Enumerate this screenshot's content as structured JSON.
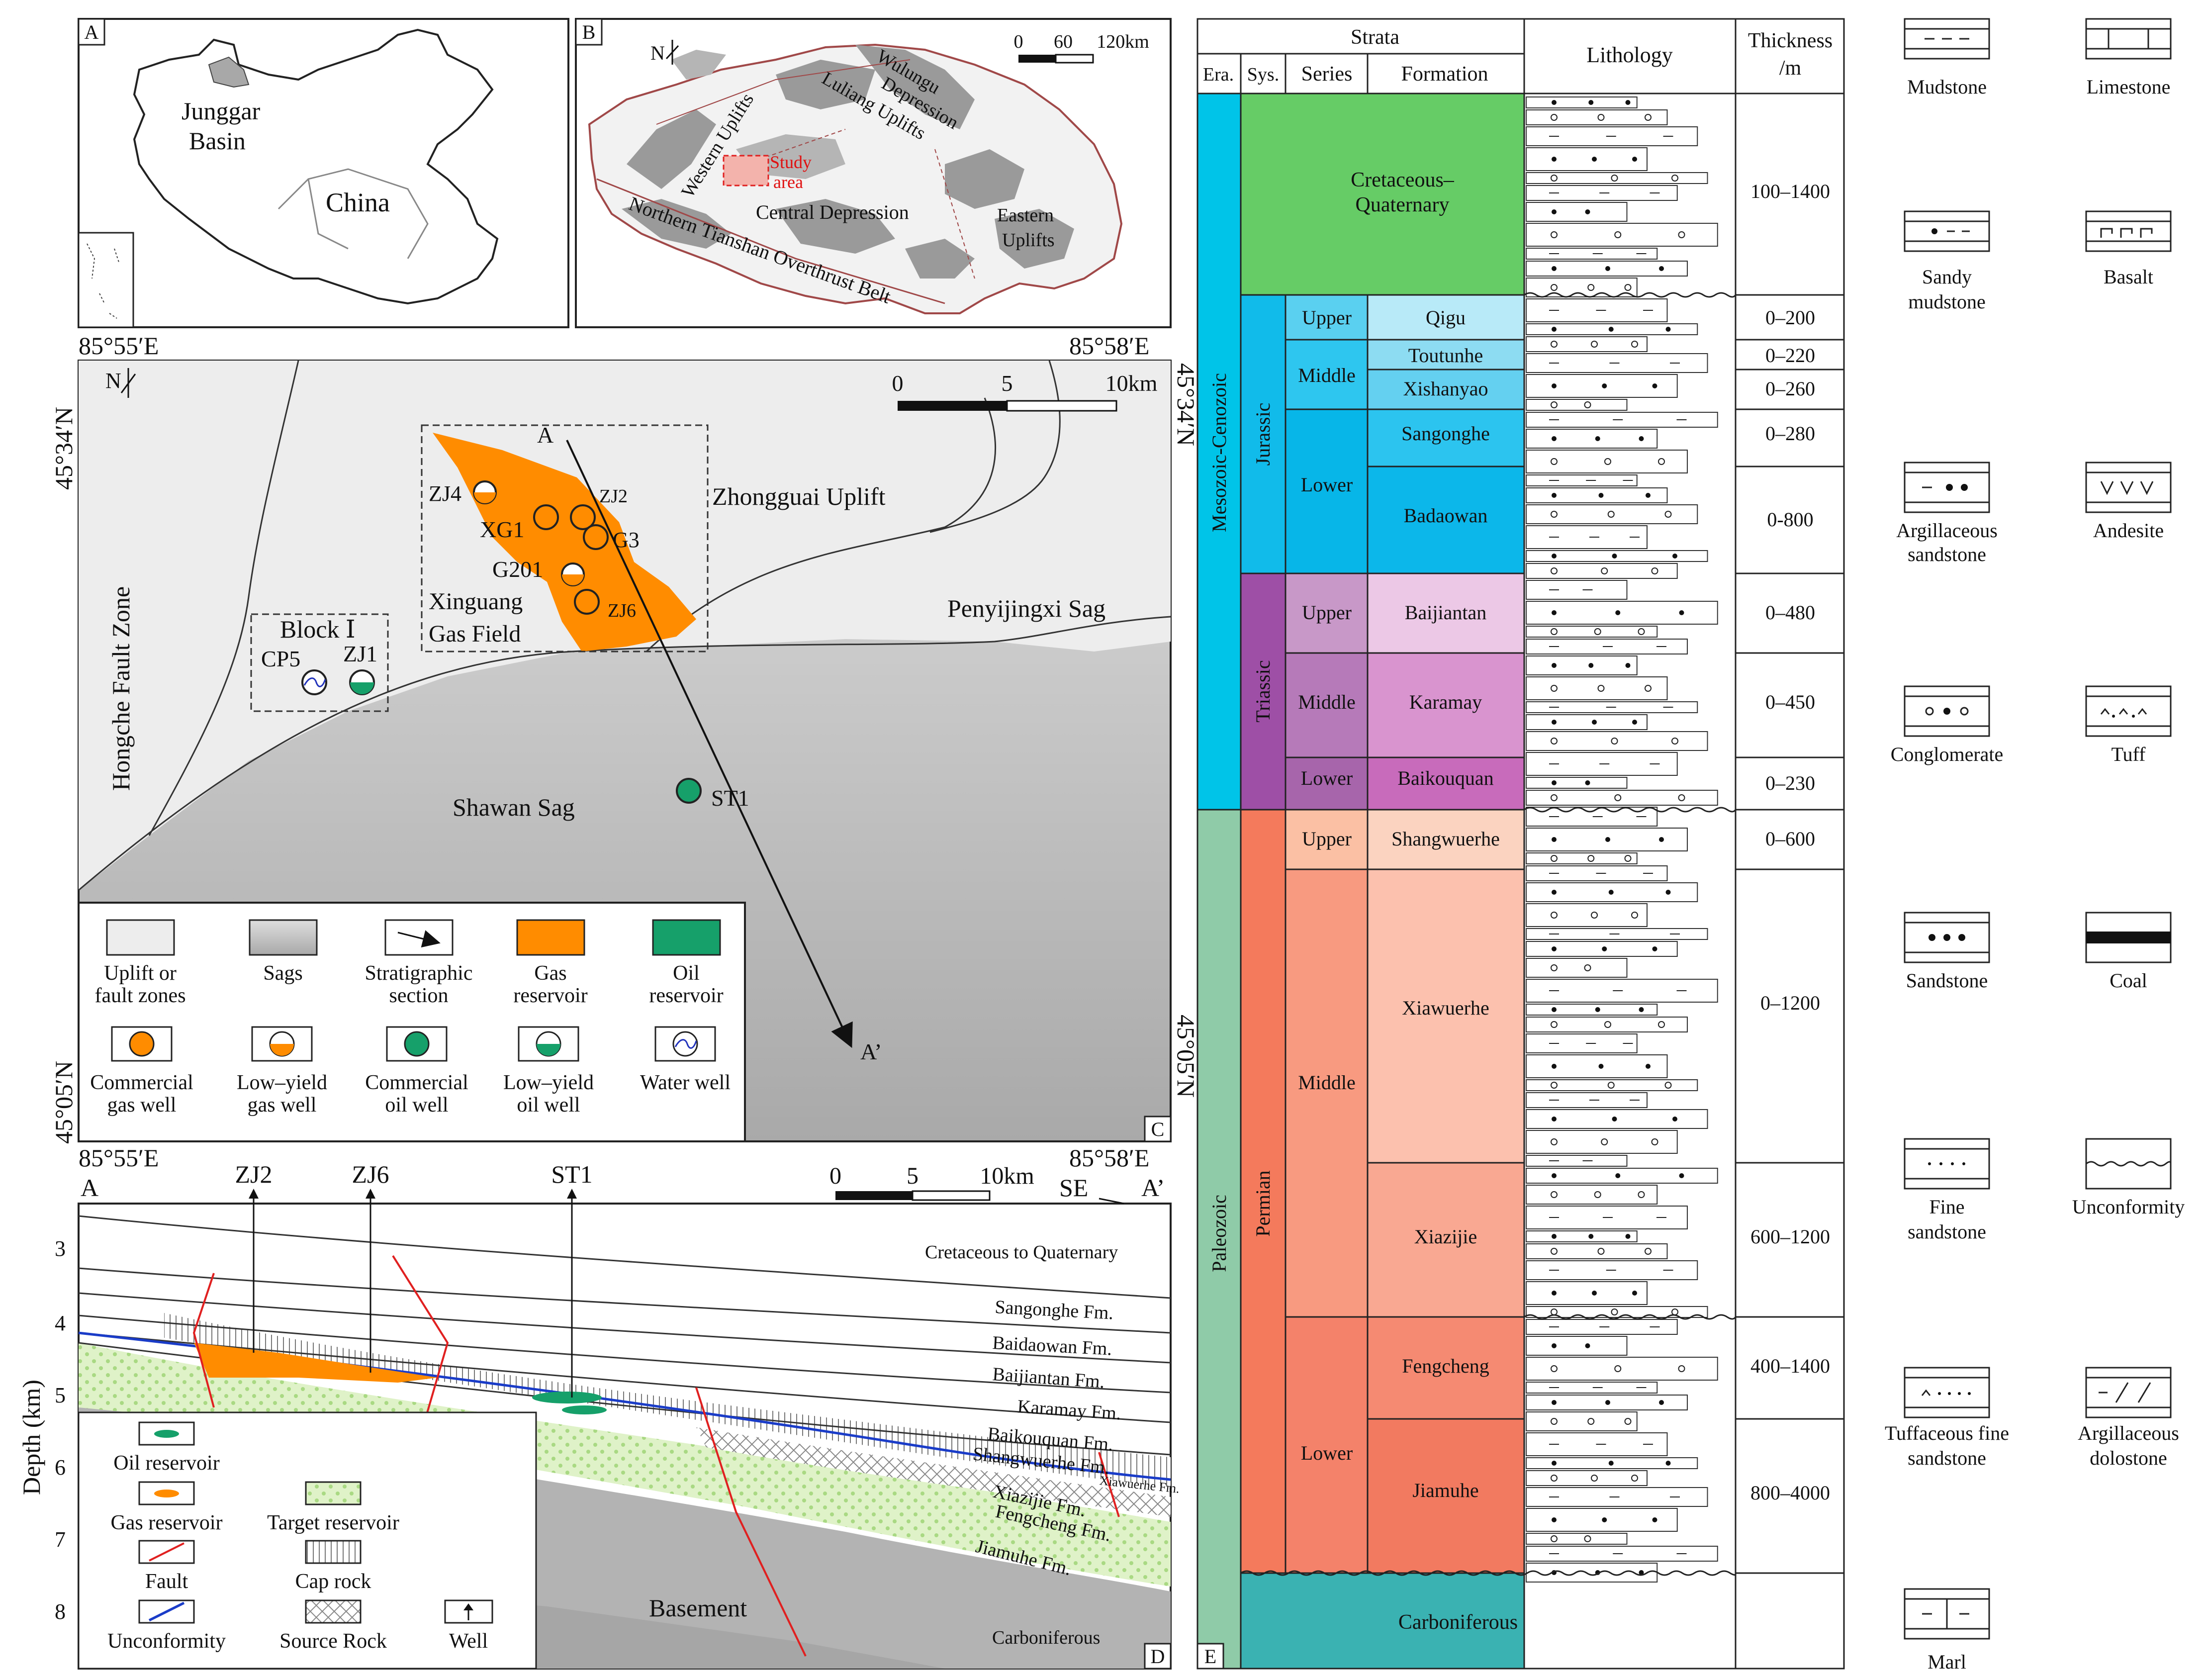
{
  "panelA": {
    "letter": "A",
    "basin_line1": "Junggar",
    "basin_line2": "Basin",
    "country": "China"
  },
  "panelB": {
    "letter": "B",
    "scale": {
      "t0": "0",
      "t1": "60",
      "t2": "120km"
    },
    "north": "N",
    "labels": {
      "wulungu1": "Wulungu",
      "wulungu2": "Depression",
      "luliang": "Luliang Uplifts",
      "western": "Western Uplifts",
      "study1": "Study",
      "study2": "area",
      "central": "Central Depression",
      "eastern1": "Eastern",
      "eastern2": "Uplifts",
      "tianshan": "Northern Tianshan Overthrust Belt"
    }
  },
  "panelC": {
    "letter": "C",
    "coords": {
      "tl_lon": "85°55′E",
      "tr_lon": "85°58′E",
      "bl_lon": "85°55′E",
      "br_lon": "85°58′E",
      "left_top_lat": "45°34′N",
      "left_bot_lat": "45°05′N",
      "right_top_lat": "45°34′N",
      "right_bot_lat": "45°05′N"
    },
    "north": "N",
    "scale": {
      "t0": "0",
      "t1": "5",
      "t2": "10km"
    },
    "regions": {
      "zhongguai": "Zhongguai Uplift",
      "penyijingxi": "Penyijingxi Sag",
      "shawan": "Shawan Sag",
      "hongche": "Hongche Fault Zone",
      "block1": "Block Ⅰ",
      "xinguang1": "Xinguang",
      "xinguang2": "Gas Field",
      "section_start": "A",
      "section_end": "A’"
    },
    "wells": {
      "zj4": "ZJ4",
      "zj2": "ZJ2",
      "xg1": "XG1",
      "g3": "G3",
      "g201": "G201",
      "zj6": "ZJ6",
      "cp5": "CP5",
      "zj1": "ZJ1",
      "st1": "ST1"
    },
    "legend": [
      {
        "l1": "Uplift or",
        "l2": "fault zones"
      },
      {
        "l1": "Sags",
        "l2": ""
      },
      {
        "l1": "Stratigraphic",
        "l2": "section"
      },
      {
        "l1": "Gas",
        "l2": "reservoir"
      },
      {
        "l1": "Oil",
        "l2": "reservoir"
      },
      {
        "l1": "Commercial",
        "l2": "gas well"
      },
      {
        "l1": "Low–yield",
        "l2": "gas well"
      },
      {
        "l1": "Commercial",
        "l2": "oil well"
      },
      {
        "l1": "Low–yield",
        "l2": "oil well"
      },
      {
        "l1": "Water well",
        "l2": ""
      }
    ]
  },
  "panelD": {
    "letter": "D",
    "ends": {
      "a": "A",
      "a2": "A’",
      "dir": "SE"
    },
    "wells": {
      "zj2": "ZJ2",
      "zj6": "ZJ6",
      "st1": "ST1"
    },
    "scale": {
      "t0": "0",
      "t1": "5",
      "t2": "10km"
    },
    "ylabel": "Depth (km)",
    "yticks": [
      "3",
      "4",
      "5",
      "6",
      "7",
      "8"
    ],
    "formations": {
      "cret": "Cretaceous to Quaternary",
      "sang": "Sangonghe Fm.",
      "baid": "Baidaowan Fm.",
      "baij": "Baijiantan Fm.",
      "kara": "Karamay Fm.",
      "baik": "Baikouquan Fm.",
      "shang": "Shangwuerhe Fm.",
      "xiaw": "Xiawuerhe Fm.",
      "xiaz": "Xiazijie Fm.",
      "feng": "Fengcheng Fm.",
      "jiam": "Jiamuhe Fm.",
      "base": "Basement",
      "carb": "Carboniferous"
    },
    "legend": {
      "oil": "Oil reservoir",
      "gas": "Gas reservoir",
      "target": "Target reservoir",
      "fault": "Fault",
      "cap": "Cap rock",
      "unconf": "Unconformity",
      "source": "Source Rock",
      "well": "Well"
    }
  },
  "panelE": {
    "letter": "E",
    "headers": {
      "strata": "Strata",
      "era": "Era.",
      "sys": "Sys.",
      "series": "Series",
      "formation": "Formation",
      "lithology": "Lithology",
      "thick1": "Thickness",
      "thick2": "/m"
    },
    "eras": {
      "meso": "Mesozoic-Cenozoic",
      "paleo": "Paleozoic"
    },
    "systems": {
      "jur": "Jurassic",
      "tri": "Triassic",
      "perm": "Permian"
    },
    "series": {
      "jur_upper": "Upper",
      "jur_middle": "Middle",
      "jur_lower": "Lower",
      "tri_upper": "Upper",
      "tri_middle": "Middle",
      "tri_lower": "Lower",
      "perm_upper": "Upper",
      "perm_middle": "Middle",
      "perm_lower": "Lower"
    },
    "formations": {
      "cret1": "Cretaceous–",
      "cret2": "Quaternary",
      "qigu": "Qigu",
      "toutunhe": "Toutunhe",
      "xishanyao": "Xishanyao",
      "sangonghe": "Sangonghe",
      "badaowan": "Badaowan",
      "baijiantan": "Baijiantan",
      "karamay": "Karamay",
      "baikouquan": "Baikouquan",
      "shangwuerhe": "Shangwuerhe",
      "xiawuerhe": "Xiawuerhe",
      "xiazijie": "Xiazijie",
      "fengcheng": "Fengcheng",
      "jiamuhe": "Jiamuhe",
      "carboniferous": "Carboniferous"
    },
    "thickness": {
      "cret": "100–1400",
      "qigu": "0–200",
      "toutunhe": "0–220",
      "xishanyao": "0–260",
      "sangonghe": "0–280",
      "badaowan": "0-800",
      "baijiantan": "0–480",
      "karamay": "0–450",
      "baikouquan": "0–230",
      "shangwuerhe": "0–600",
      "xiaw_xiaz": "0–1200",
      "xiazijie": "600–1200",
      "fengcheng": "400–1400",
      "jiamuhe": "800–4000"
    }
  },
  "lithLegend": [
    {
      "l1": "Mudstone",
      "l2": ""
    },
    {
      "l1": "Limestone",
      "l2": ""
    },
    {
      "l1": "Sandy",
      "l2": "mudstone"
    },
    {
      "l1": "Basalt",
      "l2": ""
    },
    {
      "l1": "Argillaceous",
      "l2": "sandstone"
    },
    {
      "l1": "Andesite",
      "l2": ""
    },
    {
      "l1": "Conglomerate",
      "l2": ""
    },
    {
      "l1": "Tuff",
      "l2": ""
    },
    {
      "l1": "Sandstone",
      "l2": ""
    },
    {
      "l1": "Coal",
      "l2": ""
    },
    {
      "l1": "Fine",
      "l2": "sandstone"
    },
    {
      "l1": "Unconformity",
      "l2": ""
    },
    {
      "l1": "Tuffaceous fine",
      "l2": "sandstone"
    },
    {
      "l1": "Argillaceous",
      "l2": "dolostone"
    },
    {
      "l1": "Marl",
      "l2": ""
    }
  ],
  "colors": {
    "uplift": "#eeeeee",
    "sag": "#c8c8c8",
    "gas": "#ff8c00",
    "oil": "#16a06a",
    "target": "#d4edb8",
    "cret": "#66cc66",
    "jur_sys": "#11bbea",
    "tri_sys": "#9e4fa6",
    "perm_sys": "#f47a5c",
    "era_meso": "#00c4e8",
    "era_paleo": "#8fcba8",
    "carb": "#3ab2b2"
  }
}
